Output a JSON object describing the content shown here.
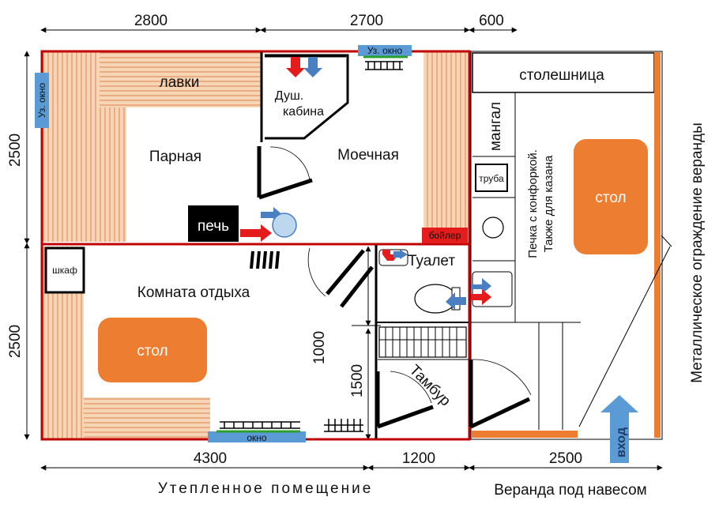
{
  "dimensions": {
    "top_left": "2800",
    "top_mid": "2700",
    "top_right": "600",
    "left_top": "2500",
    "left_bottom": "2500",
    "bottom_left": "4300",
    "bottom_mid": "1200",
    "bottom_right": "2500",
    "door_1000": "1000",
    "hall_1500": "1500"
  },
  "rooms": {
    "steam": "Парная",
    "benches": "лавки",
    "shower": "Душ.",
    "shower_2": "кабина",
    "wash": "Моечная",
    "rest": "Комната отдыха",
    "toilet": "Туалет",
    "vestibule": "Тамбур"
  },
  "items": {
    "window_narrow": "Уз. окно",
    "window": "окно",
    "stove": "печь",
    "boiler": "бойлер",
    "wardrobe": "шкаф",
    "table": "стол",
    "countertop": "столешница",
    "grill": "мангал",
    "pipe": "труба",
    "cooker_1": "Печка с конфоркой.",
    "cooker_2": "Также для казана",
    "railing": "Металлическое ограждение веранды",
    "entrance": "вход"
  },
  "captions": {
    "insulated": "Утепленное помещение",
    "veranda": "Веранда под навесом"
  },
  "colors": {
    "wall": "#c00000",
    "wood": "#f4c9a4",
    "wood_line": "#e59a6a",
    "table": "#ed7d31",
    "window": "#5b9bd5",
    "hot": "#e41c1c",
    "cold": "#4a7fc1"
  }
}
